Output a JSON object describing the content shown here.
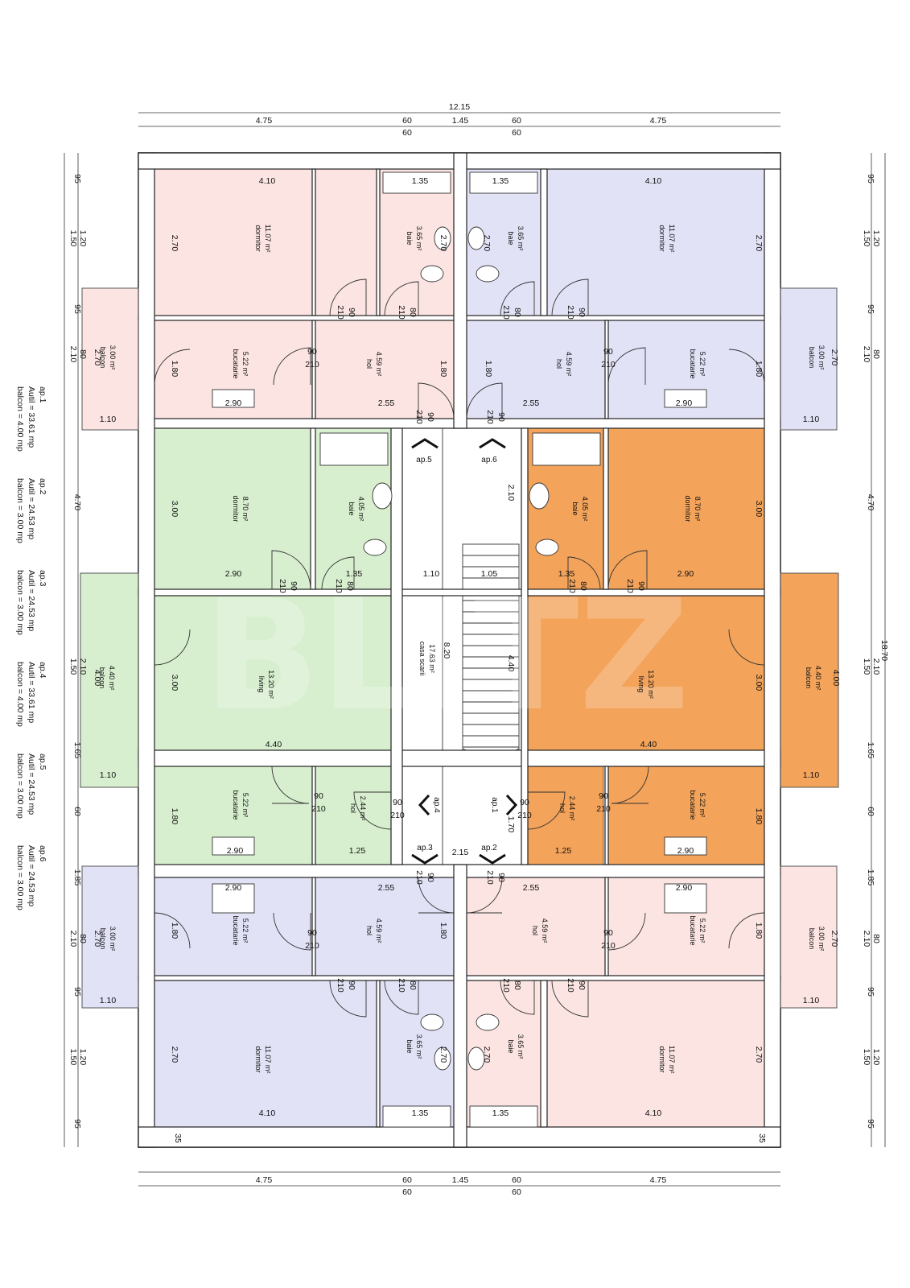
{
  "colors": {
    "ap1": "#f3a35a",
    "ap2": "#fbe4e2",
    "ap3": "#e2e2f7",
    "ap4": "#d8efcf",
    "ap5": "#fbe4e2",
    "ap6": "#e2e2f7",
    "wall": "#ffffff",
    "line": "#222222"
  },
  "watermark": "BLITZ",
  "top_dims": {
    "total": "12.15",
    "segments": [
      "4.75",
      "60",
      "1.45",
      "60",
      "4.75"
    ],
    "sub": [
      "60",
      "60"
    ]
  },
  "bottom_dims": {
    "segments": [
      "4.75",
      "60",
      "1.45",
      "60",
      "4.75"
    ],
    "sub": [
      "60",
      "60"
    ]
  },
  "left_dims": [
    "95",
    "1.50",
    "1.20",
    "95",
    "2.10",
    "80",
    "4.70",
    "1.50",
    "2.10",
    "1.65",
    "60",
    "1.85",
    "2.10",
    "80",
    "95",
    "1.50",
    "1.20",
    "95"
  ],
  "right_dims": [
    "95",
    "1.50",
    "1.20",
    "95",
    "2.10",
    "80",
    "4.70",
    "18.70",
    "1.50",
    "2.10",
    "1.65",
    "60",
    "1.85",
    "2.10",
    "80",
    "95",
    "1.50",
    "1.20",
    "95"
  ],
  "rooms": {
    "dormitor_large": "dormitor",
    "dormitor_large_area": "11.07 m²",
    "dormitor_small": "dormitor",
    "dormitor_small_area": "8.70 m²",
    "baie": "baie",
    "baie_area_a": "3.65 m²",
    "baie_area_b": "4.05 m²",
    "bucatarie": "bucatarie",
    "bucatarie_area": "5.22 m²",
    "hol": "hol",
    "hol_area_a": "4.59 m²",
    "hol_area_b": "2.44 m²",
    "balcon": "balcon",
    "balcon_area_a": "3.00 m²",
    "balcon_area_b": "4.40 m²",
    "living": "living",
    "living_area": "13.20 m²",
    "casa_scarii": "casa scarii",
    "casa_scarii_area": "17.63 m²"
  },
  "inner_dims": {
    "w410": "4.10",
    "w135": "1.35",
    "h270": "2.70",
    "w290": "2.90",
    "w255": "2.55",
    "w180": "1.80",
    "w110": "1.10",
    "h300": "3.00",
    "w440": "4.40",
    "h400": "4.00",
    "w125": "1.25",
    "w210": "2.10",
    "w105": "1.05",
    "h820": "8.20",
    "h440": "4.40",
    "w215": "2.15",
    "h170": "1.70",
    "d90": "90",
    "d210": "210",
    "d80": "80",
    "d35": "35"
  },
  "apartments": {
    "ap1": "ap.1",
    "ap2": "ap.2",
    "ap3": "ap.3",
    "ap4": "ap.4",
    "ap5": "ap.5",
    "ap6": "ap.6"
  },
  "legend": [
    {
      "ap": "ap.1",
      "util": "Autil = 33.61 mp",
      "balcon": "balcon = 4.00 mp"
    },
    {
      "ap": "ap.2",
      "util": "Autil = 24.53 mp",
      "balcon": "balcon = 3.00 mp"
    },
    {
      "ap": "ap.3",
      "util": "Autil = 24.53 mp",
      "balcon": "balcon = 3.00 mp"
    },
    {
      "ap": "ap.4",
      "util": "Autil = 33.61 mp",
      "balcon": "balcon = 4.00 mp"
    },
    {
      "ap": "ap.5",
      "util": "Autil = 24.53 mp",
      "balcon": "balcon = 3.00 mp"
    },
    {
      "ap": "ap.6",
      "util": "Autil = 24.53 mp",
      "balcon": "balcon = 3.00 mp"
    }
  ]
}
